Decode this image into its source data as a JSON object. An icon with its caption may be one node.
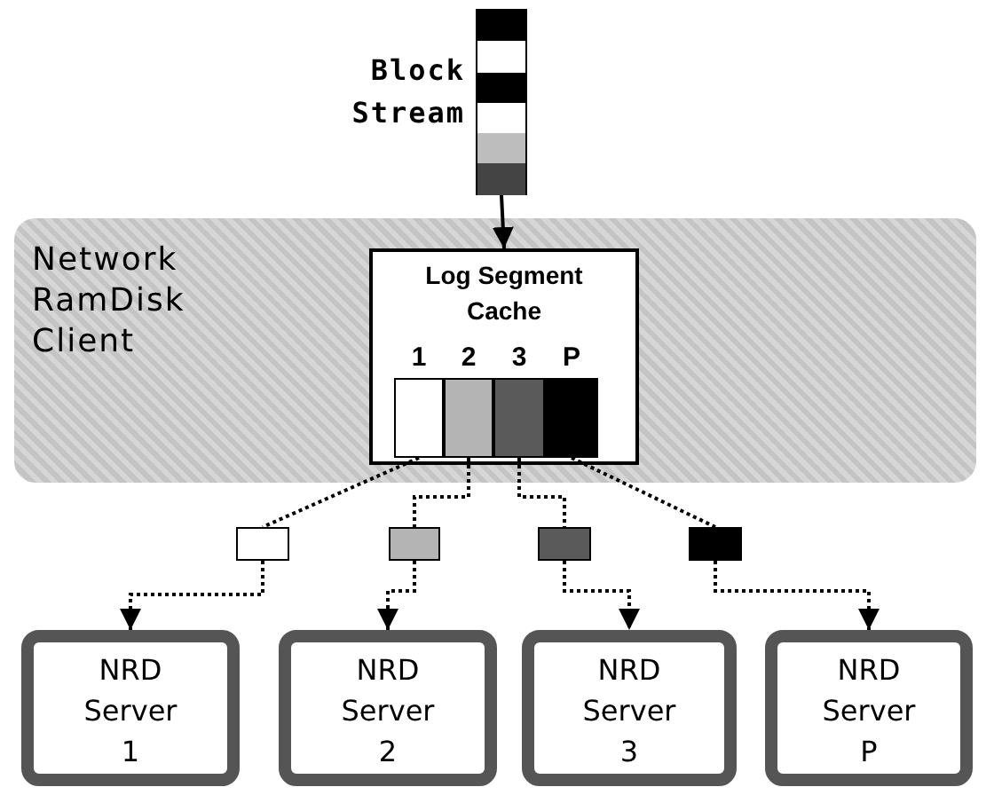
{
  "diagram": {
    "nodes": [
      {
        "text": [],
        "shape": "bar",
        "beside": [
          "Block Stream"
        ]
      },
      {
        "text": [
          "Network RamDisk Client"
        ]
      },
      {
        "text": [
          "Log Segment Cache"
        ],
        "in": 1
      },
      {
        "text": [
          "1"
        ],
        "in": 2
      },
      {
        "text": [
          "2"
        ],
        "in": 2
      },
      {
        "text": [
          "3"
        ],
        "in": 2
      },
      {
        "text": [
          "P"
        ],
        "in": 2
      },
      {
        "text": [],
        "shape": "box"
      },
      {
        "text": [],
        "shape": "box"
      },
      {
        "text": [],
        "shape": "box"
      },
      {
        "text": [],
        "shape": "box"
      },
      {
        "text": [
          "NRD Server 1"
        ]
      },
      {
        "text": [
          "NRD Server 2"
        ]
      },
      {
        "text": [
          "NRD Server 3"
        ]
      },
      {
        "text": [
          "NRD Server P"
        ]
      }
    ],
    "edges": [
      {
        "from": 0,
        "to": 2,
        "arrow": "to"
      },
      {
        "from": 3,
        "to": 7,
        "arrow": "none",
        "style": "dashed"
      },
      {
        "from": 4,
        "to": 8,
        "arrow": "none",
        "style": "dashed"
      },
      {
        "from": 5,
        "to": 9,
        "arrow": "none",
        "style": "dashed"
      },
      {
        "from": 6,
        "to": 10,
        "arrow": "none",
        "style": "dashed"
      },
      {
        "from": 7,
        "to": 11,
        "arrow": "to",
        "style": "dashed"
      },
      {
        "from": 8,
        "to": 12,
        "arrow": "to",
        "style": "dashed"
      },
      {
        "from": 9,
        "to": 13,
        "arrow": "to",
        "style": "dashed"
      },
      {
        "from": 10,
        "to": 14,
        "arrow": "to",
        "style": "dashed"
      }
    ]
  }
}
